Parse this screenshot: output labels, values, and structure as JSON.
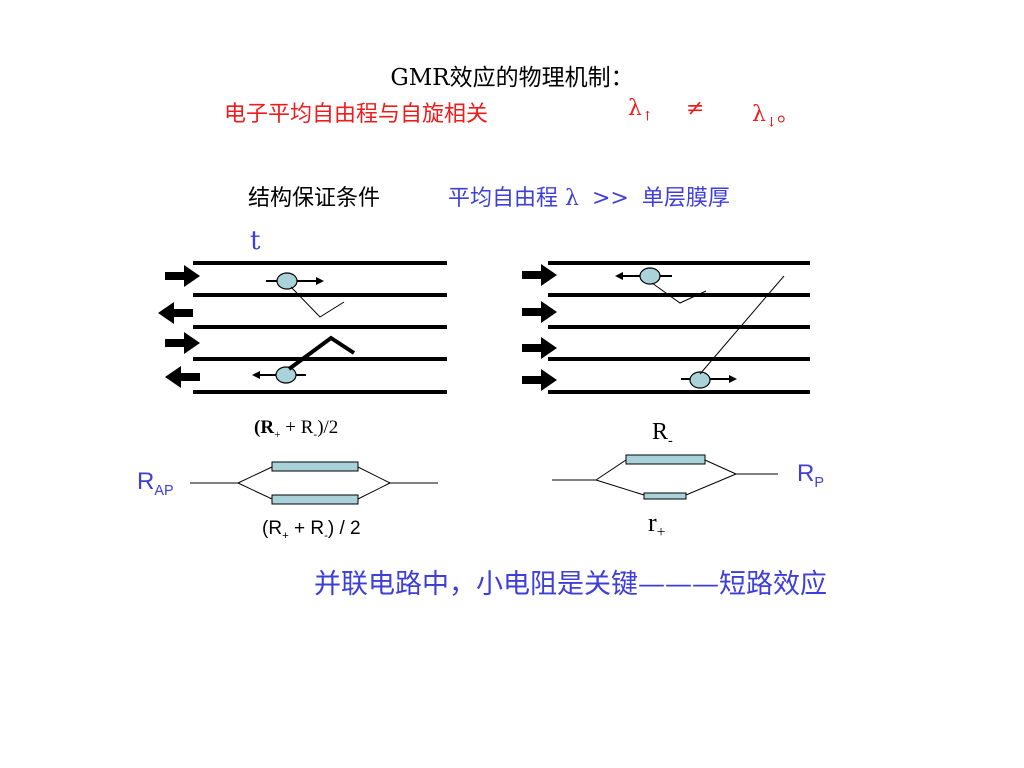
{
  "colors": {
    "red": "#ee1c1c",
    "blue": "#3e3ed8",
    "fill": "#a9d3d8",
    "black": "#000000"
  },
  "header": {
    "title": "GMR效应的物理机制：",
    "subtitle": "电子平均自由程与自旋相关",
    "lambda": "λ",
    "not_equal": "≠",
    "arrow_up": "↑",
    "arrow_down": "↓",
    "end_mark": "。"
  },
  "condition": {
    "label": "结构保证条件",
    "blue_text": "平均自由程",
    "lambda": "λ",
    "gg": ">>",
    "thickness": "单层膜厚",
    "t_symbol": "t"
  },
  "left_circuit": {
    "top_formula": {
      "open": "(",
      "R": "R",
      "plus_sub": "+",
      "plus": " + ",
      "R2": "R",
      "minus_sub": "-",
      "close": ")/2"
    },
    "label": {
      "R": "R",
      "sub": "AP"
    },
    "bottom_formula": {
      "open": "(R",
      "plus_sub": "+",
      "mid": " + R",
      "minus_sub": "-",
      "close": ") / 2"
    }
  },
  "right_circuit": {
    "top_label": {
      "R": "R",
      "sub": "-"
    },
    "label": {
      "R": "R",
      "sub": "P"
    },
    "bottom_label": {
      "r": "r",
      "sub": "+"
    }
  },
  "conclusion": "并联电路中，小电阻是关键———短路效应"
}
